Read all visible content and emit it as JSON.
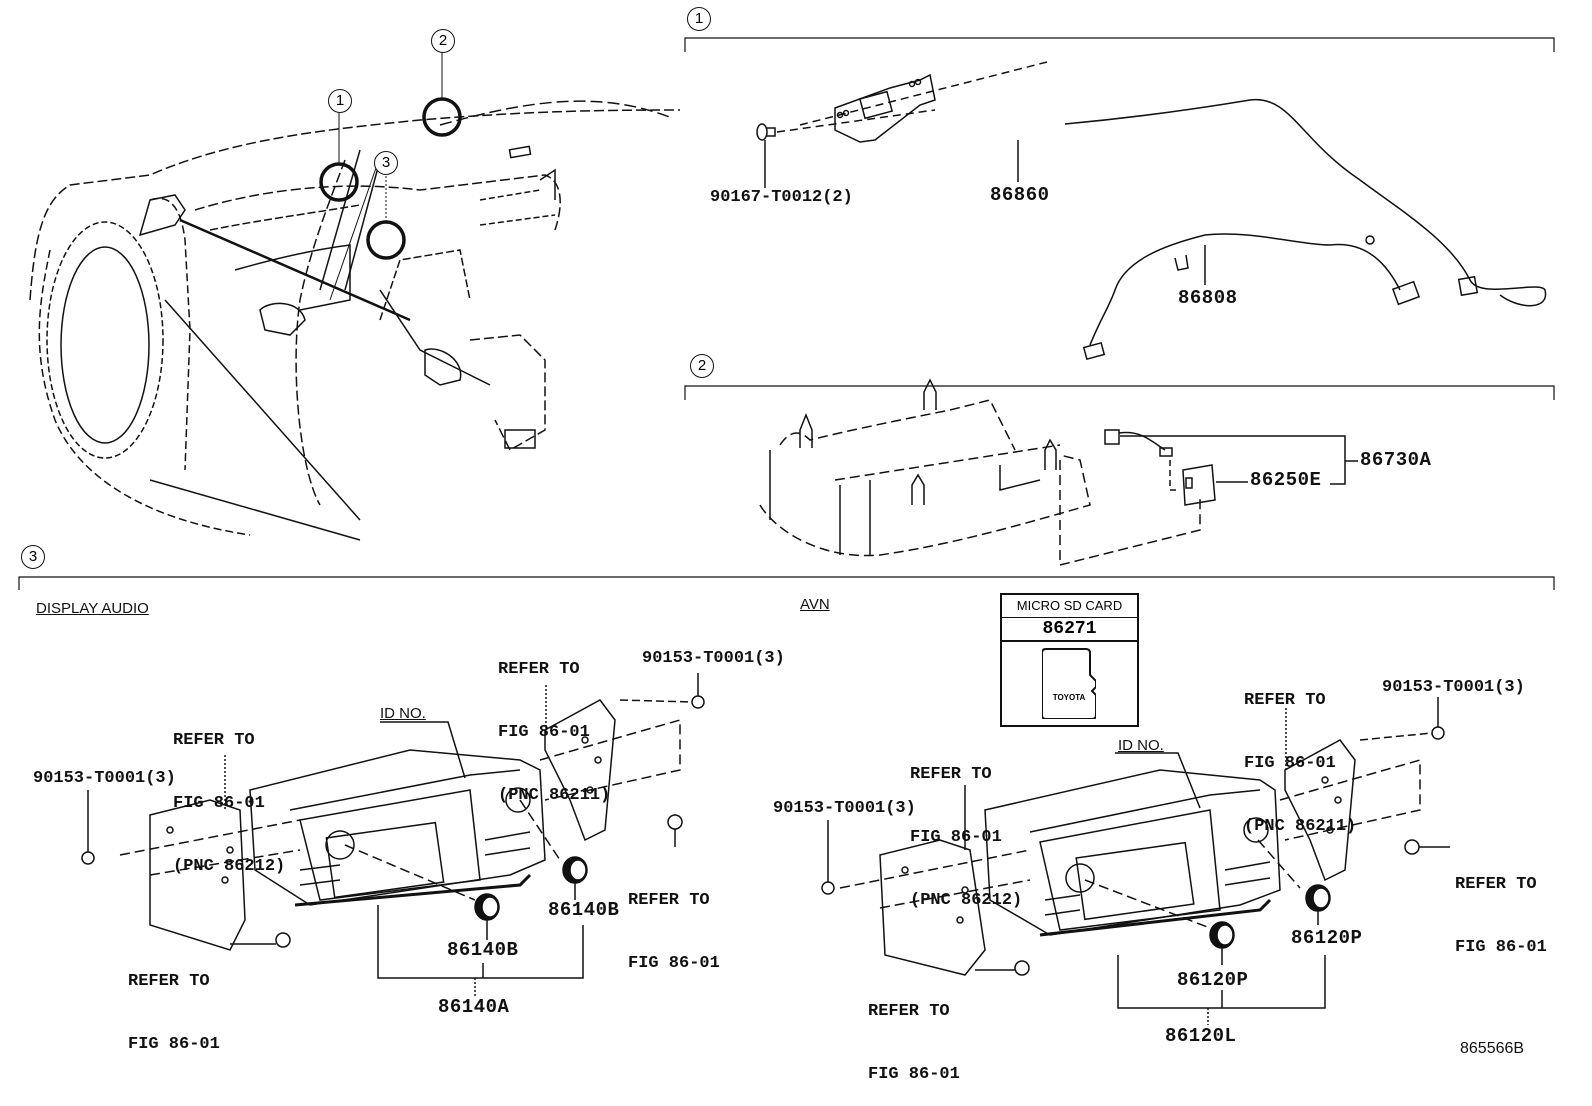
{
  "diagram": {
    "figure_id": "865566B",
    "callouts": [
      "1",
      "2",
      "3"
    ],
    "section1": {
      "number": "1",
      "parts": {
        "screw": "90167-T0012(2)",
        "module": "86860",
        "harness": "86808"
      }
    },
    "section2": {
      "number": "2",
      "parts": {
        "assembly": "86730A",
        "sub_part": "86250E"
      }
    },
    "section3": {
      "number": "3",
      "display_audio": {
        "title": "DISPLAY AUDIO",
        "id_no": "ID NO.",
        "screw_left": "90153-T0001(3)",
        "screw_right": "90153-T0001(3)",
        "refer_bracket_left": [
          "REFER TO",
          "FIG 86-01",
          "(PNC 86212)"
        ],
        "refer_bracket_right": [
          "REFER TO",
          "FIG 86-01",
          "(PNC 86211)"
        ],
        "refer_bolt_left": [
          "REFER TO",
          "FIG 86-01"
        ],
        "refer_bolt_right": [
          "REFER TO",
          "FIG 86-01"
        ],
        "knob_left": "86140B",
        "knob_right": "86140B",
        "unit": "86140A"
      },
      "avn": {
        "title": "AVN",
        "id_no": "ID NO.",
        "screw_left": "90153-T0001(3)",
        "screw_right": "90153-T0001(3)",
        "refer_bracket_left": [
          "REFER TO",
          "FIG 86-01",
          "(PNC 86212)"
        ],
        "refer_bracket_right": [
          "REFER TO",
          "FIG 86-01",
          "(PNC 86211)"
        ],
        "refer_bolt_left": [
          "REFER TO",
          "FIG 86-01"
        ],
        "refer_bolt_right": [
          "REFER TO",
          "FIG 86-01"
        ],
        "knob_left": "86120P",
        "knob_right": "86120P",
        "unit": "86120L",
        "micro_sd": {
          "header": "MICRO SD CARD",
          "part_no": "86271",
          "brand": "TOYOTA"
        }
      }
    }
  }
}
